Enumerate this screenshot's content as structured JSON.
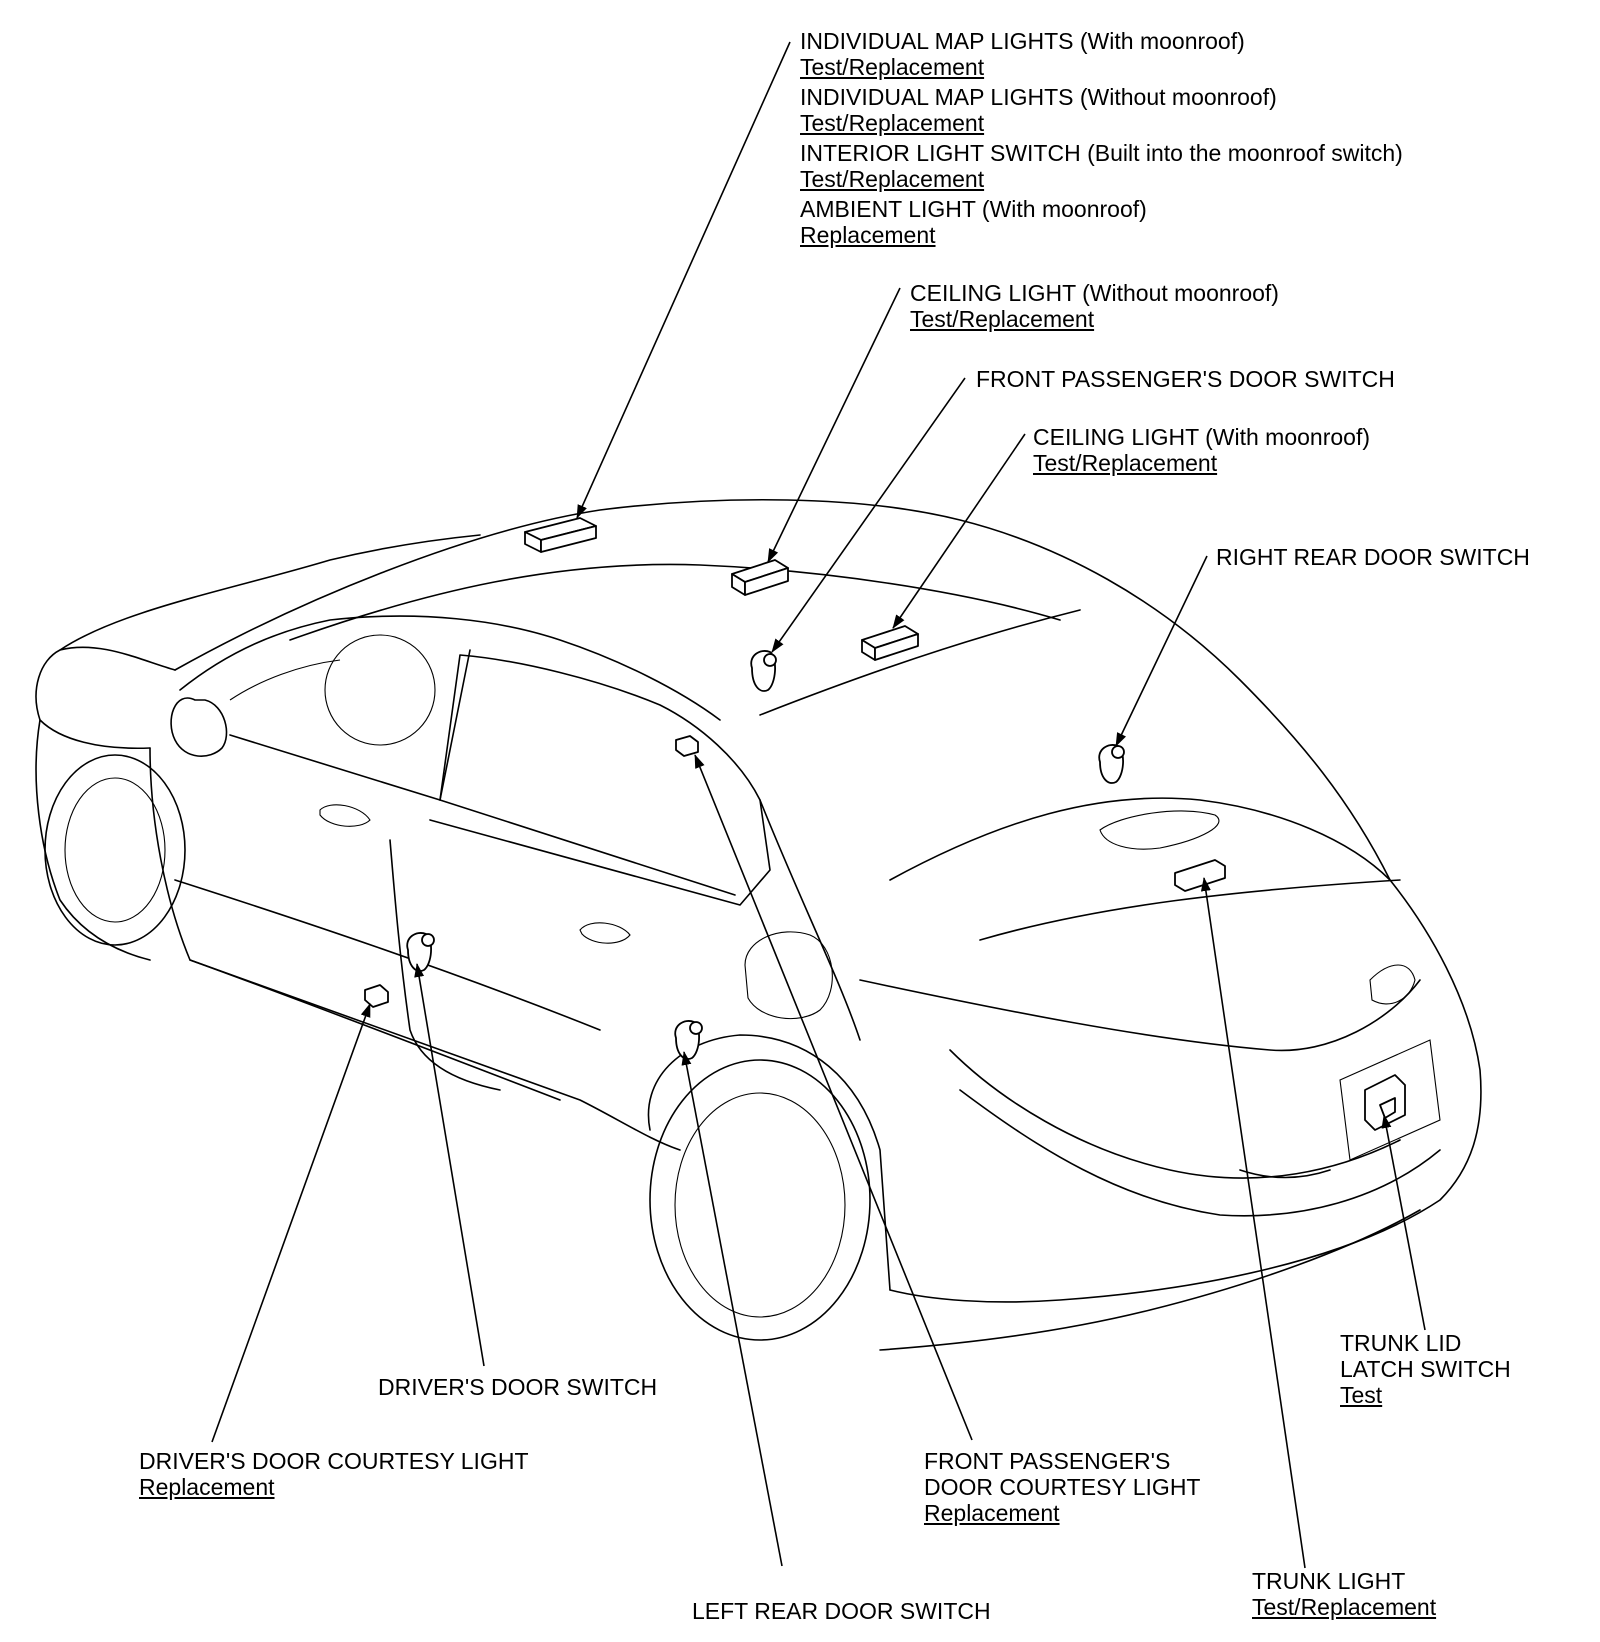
{
  "labels": {
    "map_lights_with": {
      "title": "INDIVIDUAL MAP LIGHTS (With moonroof)",
      "link": "Test/Replacement"
    },
    "map_lights_without": {
      "title": "INDIVIDUAL MAP LIGHTS (Without moonroof)",
      "link": "Test/Replacement"
    },
    "interior_light_switch": {
      "title": "INTERIOR LIGHT SWITCH (Built into the moonroof switch)",
      "link": "Test/Replacement"
    },
    "ambient_light": {
      "title": "AMBIENT LIGHT (With moonroof)",
      "link": "Replacement"
    },
    "ceiling_light_without": {
      "title": "CEILING LIGHT (Without moonroof)",
      "link": "Test/Replacement"
    },
    "front_passenger_door_switch": {
      "title": "FRONT PASSENGER'S DOOR SWITCH"
    },
    "ceiling_light_with": {
      "title": "CEILING LIGHT (With moonroof)",
      "link": "Test/Replacement"
    },
    "right_rear_door_switch": {
      "title": "RIGHT REAR DOOR SWITCH"
    },
    "trunk_lid_latch_switch": {
      "line1": "TRUNK LID",
      "line2": "LATCH SWITCH",
      "link": "Test"
    },
    "drivers_door_switch": {
      "title": "DRIVER'S DOOR SWITCH"
    },
    "drivers_door_courtesy_light": {
      "title": "DRIVER'S DOOR COURTESY LIGHT",
      "link": "Replacement"
    },
    "front_passenger_courtesy_light": {
      "line1": "FRONT PASSENGER'S",
      "line2": "DOOR COURTESY LIGHT",
      "link": "Replacement"
    },
    "left_rear_door_switch": {
      "title": "LEFT REAR DOOR SWITCH"
    },
    "trunk_light": {
      "title": "TRUNK LIGHT",
      "link": "Test/Replacement"
    }
  },
  "colors": {
    "ink": "#000000",
    "background": "#ffffff"
  }
}
